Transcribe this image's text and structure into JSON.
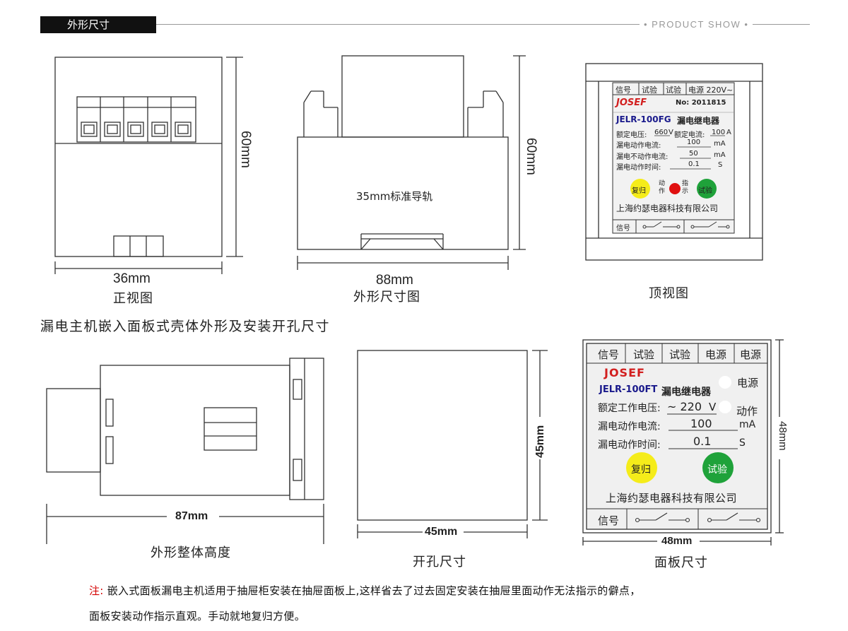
{
  "header": {
    "tab_label": "外形尺寸",
    "right_label": "• PRODUCT SHOW •"
  },
  "views": {
    "front": {
      "width_label": "36mm",
      "height_label": "60mm",
      "caption": "正视图"
    },
    "outline": {
      "width_label": "88mm",
      "height_label": "60mm",
      "caption": "外形尺寸图",
      "rail_label": "35mm标准导轨"
    },
    "top": {
      "caption": "顶视图"
    }
  },
  "panel_small": {
    "headers": [
      "信号",
      "试验",
      "试验",
      "电源 220V~"
    ],
    "brand": "JOSEF",
    "serial": "No: 2011815",
    "model": "JELR-100FG",
    "type": "漏电继电器",
    "rated_voltage_label": "额定电压:",
    "rated_voltage_value": "660",
    "rated_voltage_unit": "V",
    "rated_current_label": "额定电流:",
    "rated_current_value": "100",
    "rated_current_unit": "A",
    "trip_current_label": "漏电动作电流:",
    "trip_current_value": "100",
    "trip_current_unit": "mA",
    "non_trip_label": "漏电不动作电流:",
    "non_trip_value": "50",
    "non_trip_unit": "mA",
    "trip_time_label": "漏电动作时间:",
    "trip_time_value": "0.1",
    "trip_time_unit": "S",
    "reset_btn": "复归",
    "action_label": "动作",
    "indicator_label": "指示",
    "test_btn": "试验",
    "company": "上海约瑟电器科技有限公司",
    "signal_label": "信号"
  },
  "section_title": "漏电主机嵌入面板式壳体外形及安装开孔尺寸",
  "bottom": {
    "side": {
      "width_label": "87mm",
      "caption": "外形整体高度"
    },
    "cutout": {
      "width_label": "45mm",
      "height_label": "45mm",
      "caption": "开孔尺寸"
    },
    "panel": {
      "width_label": "48mm",
      "height_label": "48mm",
      "caption": "面板尺寸"
    }
  },
  "panel_large": {
    "headers": [
      "信号",
      "试验",
      "试验",
      "电源",
      "电源"
    ],
    "brand": "JOSEF",
    "model": "JELR-100FT",
    "type": "漏电继电器",
    "power_label": "电源",
    "action_label": "动作",
    "voltage_label": "额定工作电压:",
    "voltage_value": "~ 220",
    "voltage_unit": "V",
    "trip_current_label": "漏电动作电流:",
    "trip_current_value": "100",
    "trip_current_unit": "mA",
    "trip_time_label": "漏电动作时间:",
    "trip_time_value": "0.1",
    "trip_time_unit": "S",
    "reset_btn": "复归",
    "test_btn": "试验",
    "company": "上海约瑟电器科技有限公司",
    "signal_label": "信号"
  },
  "note": {
    "prefix": "注:",
    "line1": " 嵌入式面板漏电主机适用于抽屉柜安装在抽屉面板上,这样省去了过去固定安装在抽屉里面动作无法指示的僻点，",
    "line2": "面板安装动作指示直观。手动就地复归方便。"
  },
  "colors": {
    "line": "#333333",
    "panel_bg": "#f0f0f0",
    "yellow": "#f5ec1a",
    "green": "#1fa23a",
    "red": "#e01010",
    "blue": "#1a1a8c",
    "brand_red": "#d21f1f"
  }
}
